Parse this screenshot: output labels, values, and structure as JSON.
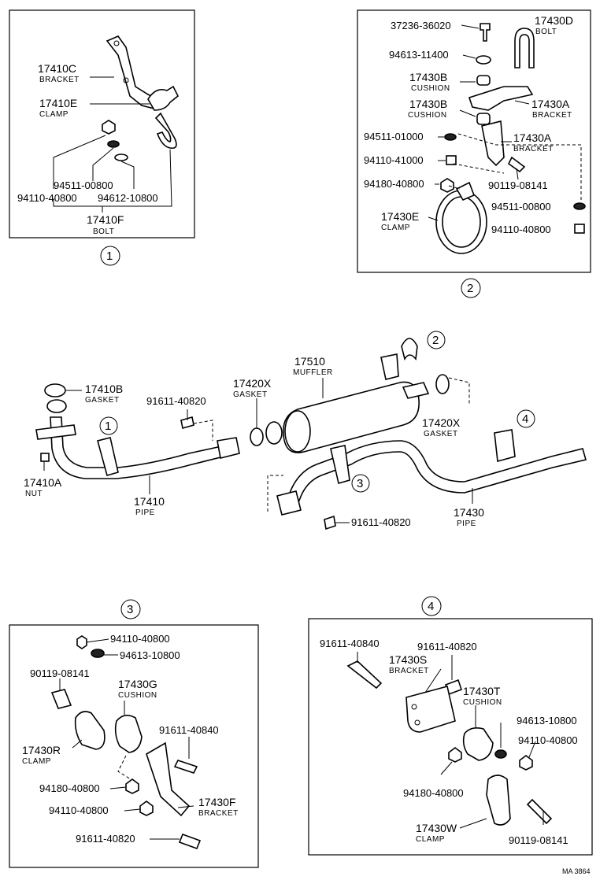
{
  "diagram": {
    "detail1": {
      "circle": "1",
      "bracket": {
        "part": "17410C",
        "desc": "BRACKET"
      },
      "clamp": {
        "part": "17410E",
        "desc": "CLAMP"
      },
      "bolt": {
        "part": "17410F",
        "desc": "BOLT"
      },
      "p1": "94511-00800",
      "p2": "94110-40800",
      "p3": "94612-10800"
    },
    "detail2": {
      "circle": "2",
      "p1": "37236-36020",
      "bolt": {
        "part": "17430D",
        "desc": "BOLT"
      },
      "p2": "94613-11400",
      "cushion1": {
        "part": "17430B",
        "desc": "CUSHION"
      },
      "cushion2": {
        "part": "17430B",
        "desc": "CUSHION"
      },
      "bracket1": {
        "part": "17430A",
        "desc": "BRACKET"
      },
      "bracket2": {
        "part": "17430A",
        "desc": "BRACKET"
      },
      "p3": "94511-01000",
      "p4": "94110-41000",
      "p5": "94180-40800",
      "p6": "90119-08141",
      "clamp": {
        "part": "17430E",
        "desc": "CLAMP"
      },
      "p7": "94511-00800",
      "p8": "94110-40800"
    },
    "main": {
      "gasket1": {
        "part": "17410B",
        "desc": "GASKET"
      },
      "gasket2": {
        "part": "17420X",
        "desc": "GASKET"
      },
      "gasket3": {
        "part": "17420X",
        "desc": "GASKET"
      },
      "muffler": {
        "part": "17510",
        "desc": "MUFFLER"
      },
      "nut": {
        "part": "17410A",
        "desc": "NUT"
      },
      "pipe1": {
        "part": "17410",
        "desc": "PIPE"
      },
      "pipe2": {
        "part": "17430",
        "desc": "PIPE"
      },
      "bolt1": "91611-40820",
      "bolt2": "91611-40820",
      "c1": "1",
      "c2": "2",
      "c3": "3",
      "c4": "4"
    },
    "detail3": {
      "circle": "3",
      "p1": "94110-40800",
      "p2": "94613-10800",
      "p3": "90119-08141",
      "cushion": {
        "part": "17430G",
        "desc": "CUSHION"
      },
      "clamp": {
        "part": "17430R",
        "desc": "CLAMP"
      },
      "p4": "91611-40840",
      "p5": "94180-40800",
      "p6": "94110-40800",
      "bracket": {
        "part": "17430F",
        "desc": "BRACKET"
      },
      "p7": "91611-40820"
    },
    "detail4": {
      "circle": "4",
      "p1": "91611-40840",
      "p2": "91611-40820",
      "bracket": {
        "part": "17430S",
        "desc": "BRACKET"
      },
      "cushion": {
        "part": "17430T",
        "desc": "CUSHION"
      },
      "p3": "94613-10800",
      "p4": "94110-40800",
      "p5": "94180-40800",
      "clamp": {
        "part": "17430W",
        "desc": "CLAMP"
      },
      "p6": "90119-08141"
    },
    "code": "MA 3864"
  }
}
